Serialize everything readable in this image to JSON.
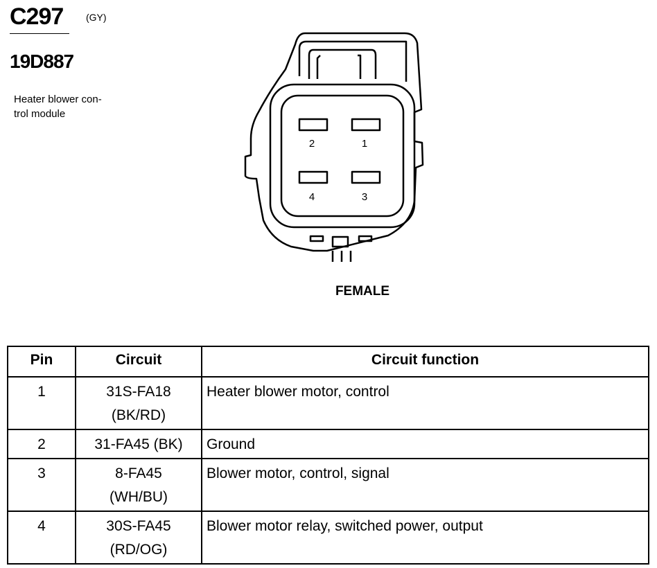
{
  "header": {
    "connector_id": "C297",
    "color_code": "(GY)",
    "part_number": "19D887",
    "description_line1": "Heater blower con-",
    "description_line2": "trol module"
  },
  "connector": {
    "gender": "FEMALE",
    "pin_labels": [
      "2",
      "1",
      "4",
      "3"
    ]
  },
  "table": {
    "headers": {
      "pin": "Pin",
      "circuit": "Circuit",
      "function": "Circuit function"
    },
    "rows": [
      {
        "pin": "1",
        "circuit_line1": "31S-FA18",
        "circuit_line2": "(BK/RD)",
        "function": "Heater blower motor, control"
      },
      {
        "pin": "2",
        "circuit_line1": "31-FA45 (BK)",
        "circuit_line2": "",
        "function": "Ground"
      },
      {
        "pin": "3",
        "circuit_line1": "8-FA45",
        "circuit_line2": "(WH/BU)",
        "function": "Blower motor, control, signal"
      },
      {
        "pin": "4",
        "circuit_line1": "30S-FA45",
        "circuit_line2": "(RD/OG)",
        "function": "Blower motor relay, switched power, output"
      }
    ]
  }
}
